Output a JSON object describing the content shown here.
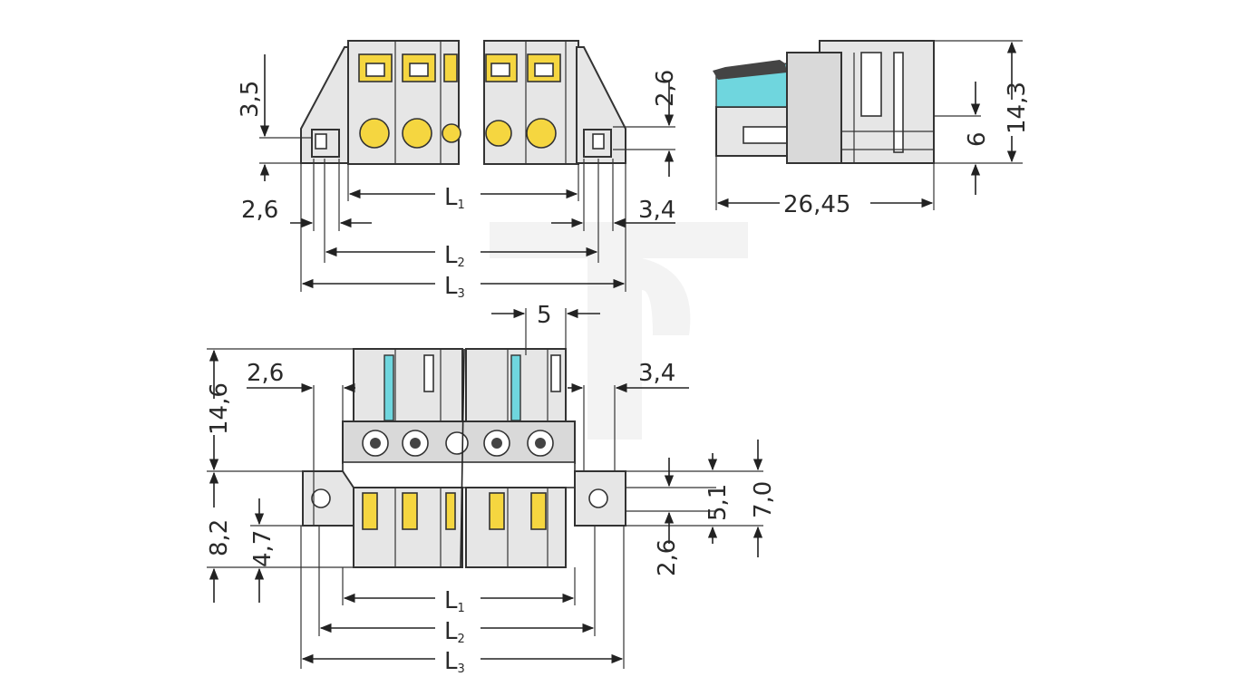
{
  "dims": {
    "top_front": {
      "pitch_h": "3,5",
      "pitch_h2": "5",
      "height_right": "2,6",
      "left_small": "2,6",
      "right_small": "3,4",
      "L1_main": "L",
      "L1_sub": "1",
      "L2_main": "L",
      "L2_sub": "2",
      "L3_main": "L",
      "L3_sub": "3"
    },
    "side": {
      "height_total": "14,3",
      "height_mid": "6",
      "depth": "26,45"
    },
    "bottom_front": {
      "pitch": "5",
      "left_small": "2,6",
      "right_small": "3,4",
      "height_total": "14,6",
      "height_lower": "8,2",
      "height_low": "4,7",
      "right_a": "5,1",
      "right_b": "7,0",
      "right_c": "2,6",
      "L1_main": "L",
      "L1_sub": "1",
      "L2_main": "L",
      "L2_sub": "2",
      "L3_main": "L",
      "L3_sub": "3"
    }
  },
  "colors": {
    "housing": "#e6e6e6",
    "terminal": "#f5d640",
    "lever": "#6fd6de",
    "line": "#222222"
  }
}
